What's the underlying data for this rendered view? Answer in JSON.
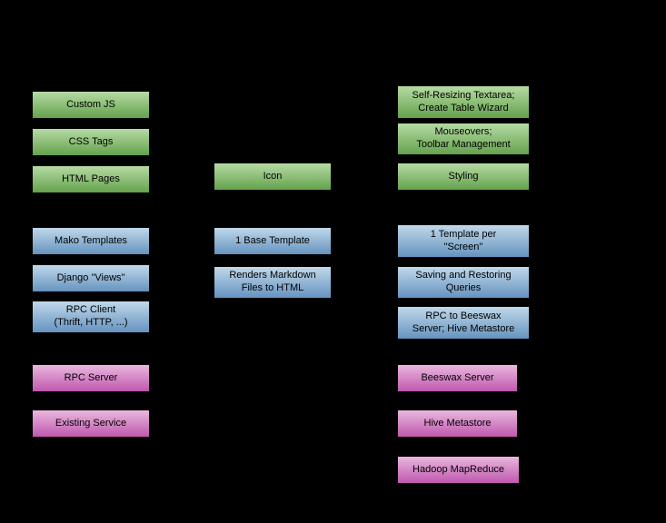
{
  "diagram": {
    "background": "#000000",
    "description": "Three-column layered architecture diagram with green (frontend), blue (templates/app), and magenta (backend services) boxes"
  },
  "colors": {
    "green_top": "#b6dba4",
    "green_bottom": "#64a24c",
    "blue_top": "#c0d8ea",
    "blue_bottom": "#6593bf",
    "magenta_top": "#eab7de",
    "magenta_bottom": "#bf58ae"
  },
  "boxes": {
    "custom_js": {
      "label": "Custom JS",
      "color": "green"
    },
    "css_tags": {
      "label": "CSS Tags",
      "color": "green"
    },
    "html_pages": {
      "label": "HTML Pages",
      "color": "green"
    },
    "mako_templates": {
      "label": "Mako Templates",
      "color": "blue"
    },
    "django_views": {
      "label": "Django \"Views\"",
      "color": "blue"
    },
    "rpc_client": {
      "label": "RPC Client\n(Thrift, HTTP, ...)",
      "color": "blue"
    },
    "rpc_server": {
      "label": "RPC Server",
      "color": "magenta"
    },
    "existing_service": {
      "label": "Existing Service",
      "color": "magenta"
    },
    "icon": {
      "label": "Icon",
      "color": "green"
    },
    "base_template": {
      "label": "1 Base Template",
      "color": "blue"
    },
    "renders_markdown": {
      "label": "Renders Markdown\nFiles to HTML",
      "color": "blue"
    },
    "self_resizing": {
      "label": "Self-Resizing Textarea;\nCreate Table Wizard",
      "color": "green"
    },
    "mouseovers": {
      "label": "Mouseovers;\nToolbar Management",
      "color": "green"
    },
    "styling": {
      "label": "Styling",
      "color": "green"
    },
    "template_per_screen": {
      "label": "1 Template per\n\"Screen\"",
      "color": "blue"
    },
    "saving_queries": {
      "label": "Saving and Restoring\nQueries",
      "color": "blue"
    },
    "rpc_beeswax": {
      "label": "RPC to Beeswax\nServer; Hive Metastore",
      "color": "blue"
    },
    "beeswax_server": {
      "label": "Beeswax Server",
      "color": "magenta"
    },
    "hive_metastore": {
      "label": "Hive Metastore",
      "color": "magenta"
    },
    "hadoop_mapreduce": {
      "label": "Hadoop MapReduce",
      "color": "magenta"
    }
  }
}
